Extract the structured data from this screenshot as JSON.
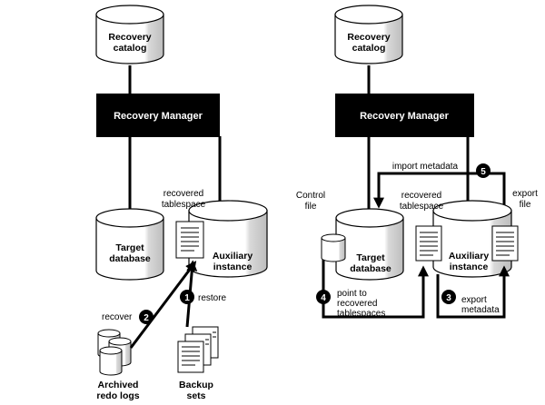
{
  "left": {
    "catalog_label": [
      "Recovery",
      "catalog"
    ],
    "manager_label": "Recovery Manager",
    "target_label": [
      "Target",
      "database"
    ],
    "auxiliary_label": [
      "Auxiliary",
      "instance"
    ],
    "recovered_label": [
      "recovered",
      "tablespace"
    ],
    "archived_label": [
      "Archived",
      "redo logs"
    ],
    "backup_label": [
      "Backup",
      "sets"
    ],
    "step1_label": "restore",
    "step2_label": "recover",
    "step1_num": "1",
    "step2_num": "2"
  },
  "right": {
    "catalog_label": [
      "Recovery",
      "catalog"
    ],
    "manager_label": "Recovery Manager",
    "target_label": [
      "Target",
      "database"
    ],
    "auxiliary_label": [
      "Auxiliary",
      "instance"
    ],
    "recovered_label": [
      "recovered",
      "tablespace"
    ],
    "control_label": [
      "Control",
      "file"
    ],
    "export_file_label": [
      "export",
      "file"
    ],
    "import_label": "import metadata",
    "point_label": [
      "point to",
      "recovered",
      "tablespaces"
    ],
    "export_meta_label": [
      "export",
      "metadata"
    ],
    "step3_num": "3",
    "step4_num": "4",
    "step5_num": "5"
  }
}
